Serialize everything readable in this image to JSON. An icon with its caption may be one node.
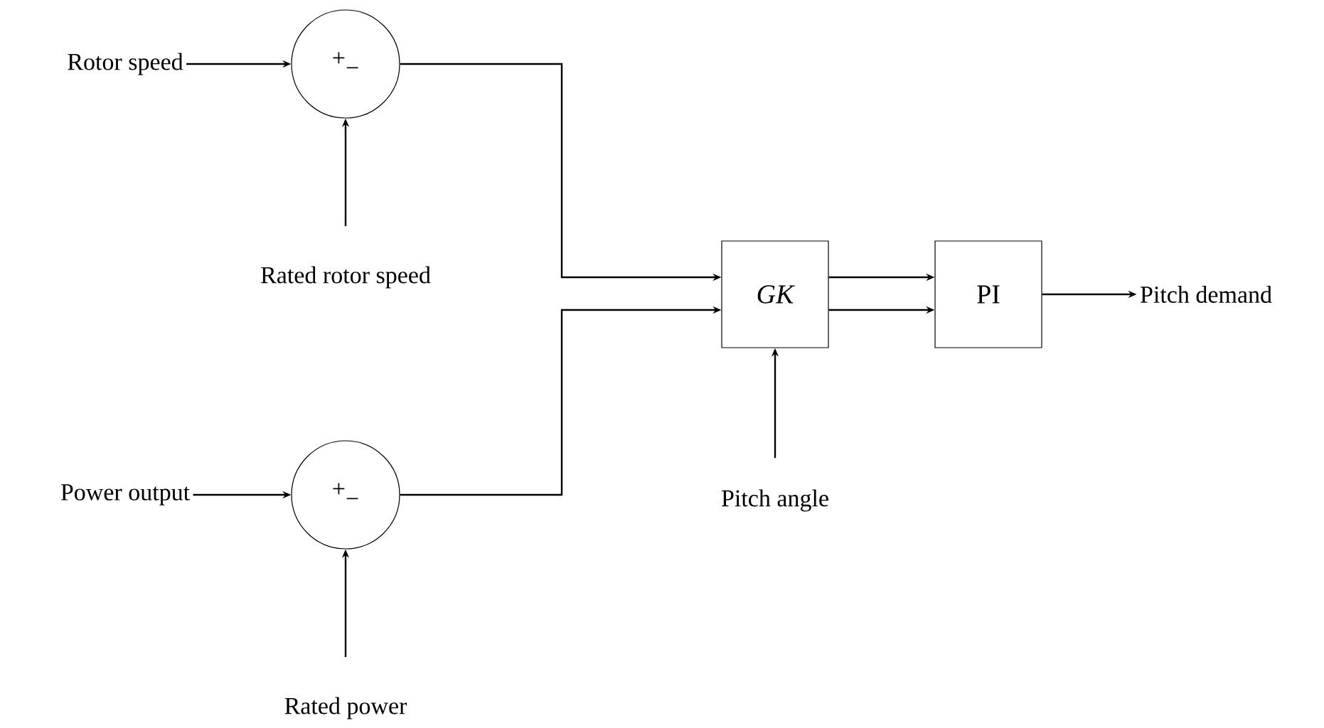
{
  "diagram": {
    "nodes": [
      {
        "text": [
          "Rotor speed"
        ]
      },
      {
        "text": [
          "+",
          "−"
        ]
      },
      {
        "text": [
          "Rated rotor speed"
        ]
      },
      {
        "text": [
          "Power output"
        ]
      },
      {
        "text": [
          "+",
          "−"
        ]
      },
      {
        "text": [
          "Rated power"
        ]
      },
      {
        "text": [
          "GK"
        ]
      },
      {
        "text": [
          "Pitch angle"
        ]
      },
      {
        "text": [
          "PI"
        ]
      },
      {
        "text": [
          "Pitch demand"
        ]
      }
    ],
    "edges": [
      {
        "from": 0,
        "to": 1,
        "arrow": "to"
      },
      {
        "from": 2,
        "to": 1,
        "arrow": "to"
      },
      {
        "from": 1,
        "to": 6,
        "arrow": "to"
      },
      {
        "from": 3,
        "to": 4,
        "arrow": "to"
      },
      {
        "from": 5,
        "to": 4,
        "arrow": "to"
      },
      {
        "from": 4,
        "to": 6,
        "arrow": "to"
      },
      {
        "from": 6,
        "to": 8,
        "arrow": "to"
      },
      {
        "from": 6,
        "to": 8,
        "arrow": "to"
      },
      {
        "from": 7,
        "to": 6,
        "arrow": "to"
      },
      {
        "from": 8,
        "to": 9,
        "arrow": "to"
      }
    ]
  }
}
